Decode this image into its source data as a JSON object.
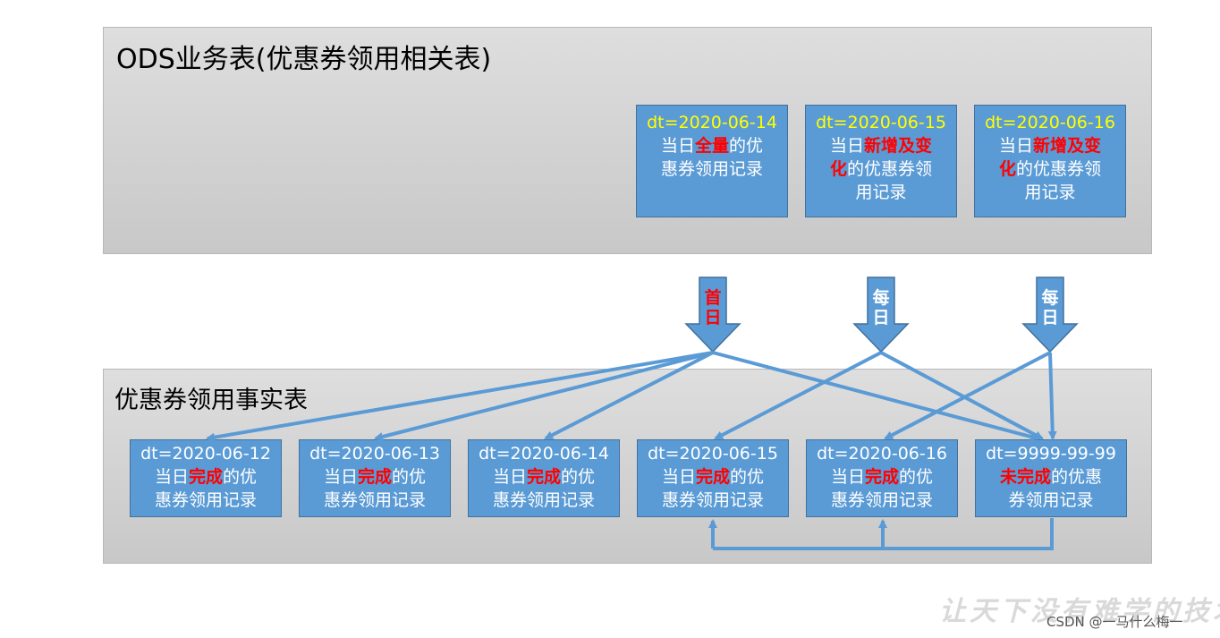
{
  "ods_panel": {
    "title": "ODS业务表(优惠券领用相关表)"
  },
  "ods_boxes": [
    {
      "dt": "dt=2020-06-14",
      "lines": [
        [
          "当日",
          "全量",
          "的优"
        ],
        [
          "惠券领用记录",
          "",
          ""
        ]
      ]
    },
    {
      "dt": "dt=2020-06-15",
      "lines": [
        [
          "当日",
          "新增及变",
          ""
        ],
        [
          "",
          "化",
          "的优惠券领"
        ],
        [
          "用记录",
          "",
          ""
        ]
      ]
    },
    {
      "dt": "dt=2020-06-16",
      "lines": [
        [
          "当日",
          "新增及变",
          ""
        ],
        [
          "",
          "化",
          "的优惠券领"
        ],
        [
          "用记录",
          "",
          ""
        ]
      ]
    }
  ],
  "flow_arrows": [
    {
      "label": [
        "首",
        "日"
      ],
      "color": "#ff0000"
    },
    {
      "label": [
        "每",
        "日"
      ],
      "color": "#ffffff"
    },
    {
      "label": [
        "每",
        "日"
      ],
      "color": "#ffffff"
    }
  ],
  "fact_panel": {
    "title": "优惠券领用事实表"
  },
  "fact_boxes": [
    {
      "dt": "dt=2020-06-12",
      "lines": [
        [
          "当日",
          "完成",
          "的优"
        ],
        [
          "惠券领用记录",
          "",
          ""
        ]
      ]
    },
    {
      "dt": "dt=2020-06-13",
      "lines": [
        [
          "当日",
          "完成",
          "的优"
        ],
        [
          "惠券领用记录",
          "",
          ""
        ]
      ]
    },
    {
      "dt": "dt=2020-06-14",
      "lines": [
        [
          "当日",
          "完成",
          "的优"
        ],
        [
          "惠券领用记录",
          "",
          ""
        ]
      ]
    },
    {
      "dt": "dt=2020-06-15",
      "lines": [
        [
          "当日",
          "完成",
          "的优"
        ],
        [
          "惠券领用记录",
          "",
          ""
        ]
      ]
    },
    {
      "dt": "dt=2020-06-16",
      "lines": [
        [
          "当日",
          "完成",
          "的优"
        ],
        [
          "惠券领用记录",
          "",
          ""
        ]
      ]
    },
    {
      "dt": "dt=9999-99-99",
      "lines": [
        [
          "",
          "未完成",
          "的优惠"
        ],
        [
          "券领用记录",
          "",
          ""
        ]
      ]
    }
  ],
  "colors": {
    "box_fill": "#5b9bd5",
    "arrow": "#5b9bd5",
    "highlight": "#ff0000",
    "ods_dt": "#ffff00"
  },
  "watermark": {
    "text": "让天下没有难学的技术",
    "credit": "CSDN @一马什么梅一"
  }
}
